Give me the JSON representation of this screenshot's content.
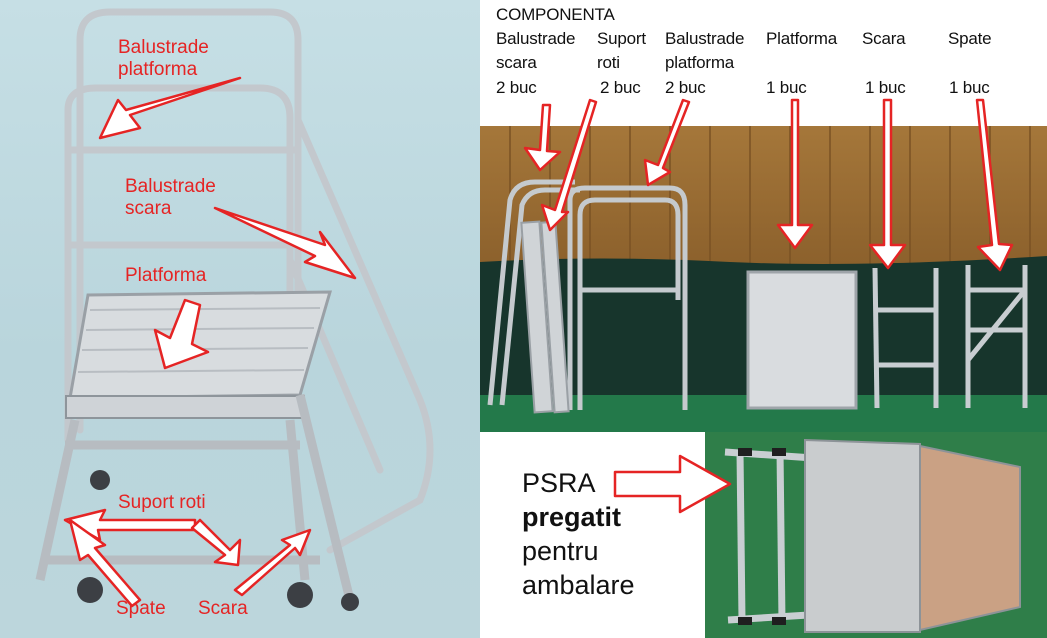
{
  "left_labels": {
    "balustrade_platforma": "Balustrade\nplatforma",
    "balustrade_scara": "Balustrade\nscara",
    "platforma": "Platforma",
    "suport_roti": "Suport roti",
    "spate": "Spate",
    "scara": "Scara"
  },
  "components": {
    "title": "COMPONENTA",
    "items": [
      {
        "name": "Balustrade\nscara",
        "qty": "2 buc"
      },
      {
        "name": "Suport\nroti",
        "qty": "2 buc"
      },
      {
        "name": "Balustrade\nplatforma",
        "qty": "2 buc"
      },
      {
        "name": "Platforma",
        "qty": "1 buc"
      },
      {
        "name": "Scara",
        "qty": "1 buc"
      },
      {
        "name": "Spate",
        "qty": "1 buc"
      }
    ]
  },
  "packed": {
    "line1": "PSRA",
    "line2": "pregatit",
    "line3": "pentru",
    "line4": "ambalare"
  },
  "colors": {
    "annotation_red": "#e52424",
    "arrow_fill": "#ffffff",
    "metal": "#bfc4c9"
  }
}
